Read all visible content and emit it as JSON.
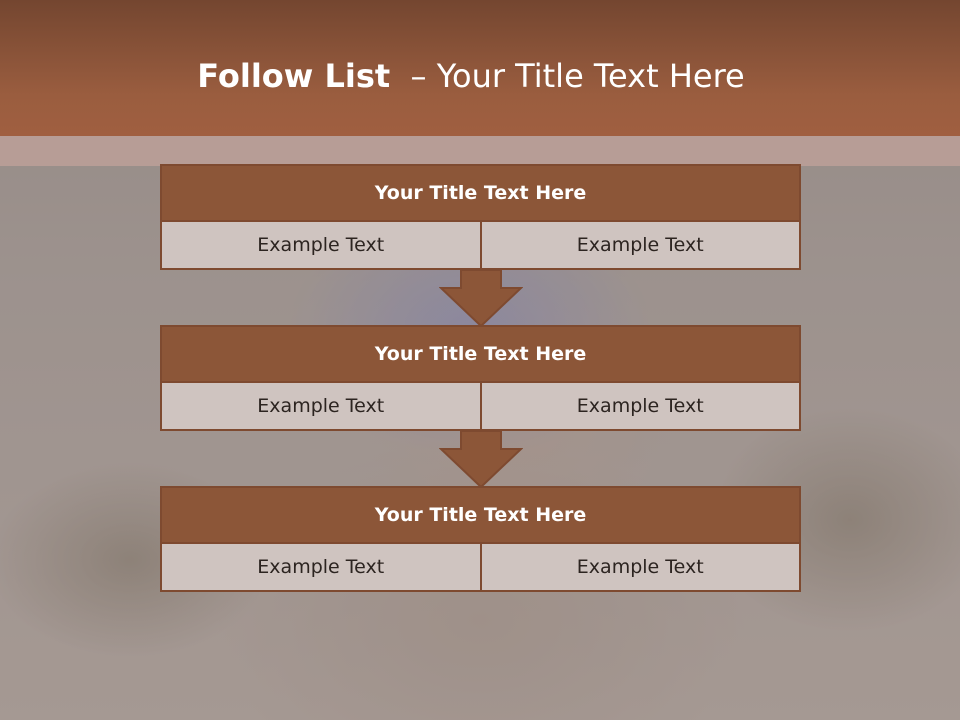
{
  "header": {
    "title_strong": "Follow List",
    "title_rest": "  – Your Title Text Here"
  },
  "blocks": [
    {
      "title": "Your Title Text Here",
      "left_text": "Example Text",
      "right_text": "Example Text"
    },
    {
      "title": "Your Title Text Here",
      "left_text": "Example Text",
      "right_text": "Example Text"
    },
    {
      "title": "Your Title Text Here",
      "left_text": "Example Text",
      "right_text": "Example Text"
    }
  ],
  "colors": {
    "header": "#9a5d3f",
    "block_title": "#8c5638",
    "block_cell": "#cfc4c0",
    "border": "#7e4a30"
  }
}
